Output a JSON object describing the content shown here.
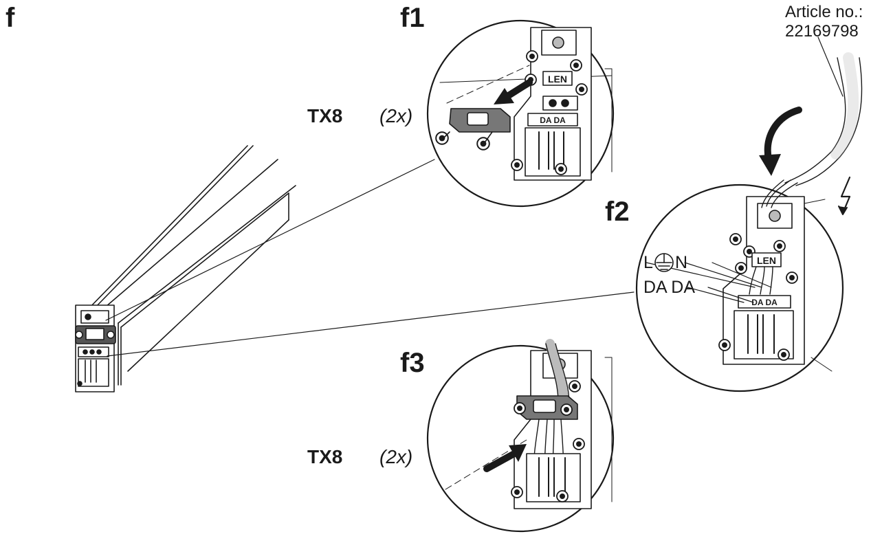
{
  "figure_label": "f",
  "steps": [
    {
      "label": "f1"
    },
    {
      "label": "f2"
    },
    {
      "label": "f3"
    }
  ],
  "tools": {
    "top": {
      "label": "TX8",
      "qty": "(2x)"
    },
    "bottom": {
      "label": "TX8",
      "qty": "(2x)"
    }
  },
  "article": {
    "line1": "Article no.:",
    "line2": "22169798"
  },
  "terminal_labels": {
    "top_row": {
      "l": "L",
      "n": "N"
    },
    "bottom_row": "DA DA",
    "block_text_len": "LEN",
    "block_text_dada": "DA DA"
  },
  "icons": [
    "ground-icon",
    "lightning-icon",
    "curved-arrow-icon",
    "insert-arrow-icon",
    "remove-arrow-icon"
  ]
}
